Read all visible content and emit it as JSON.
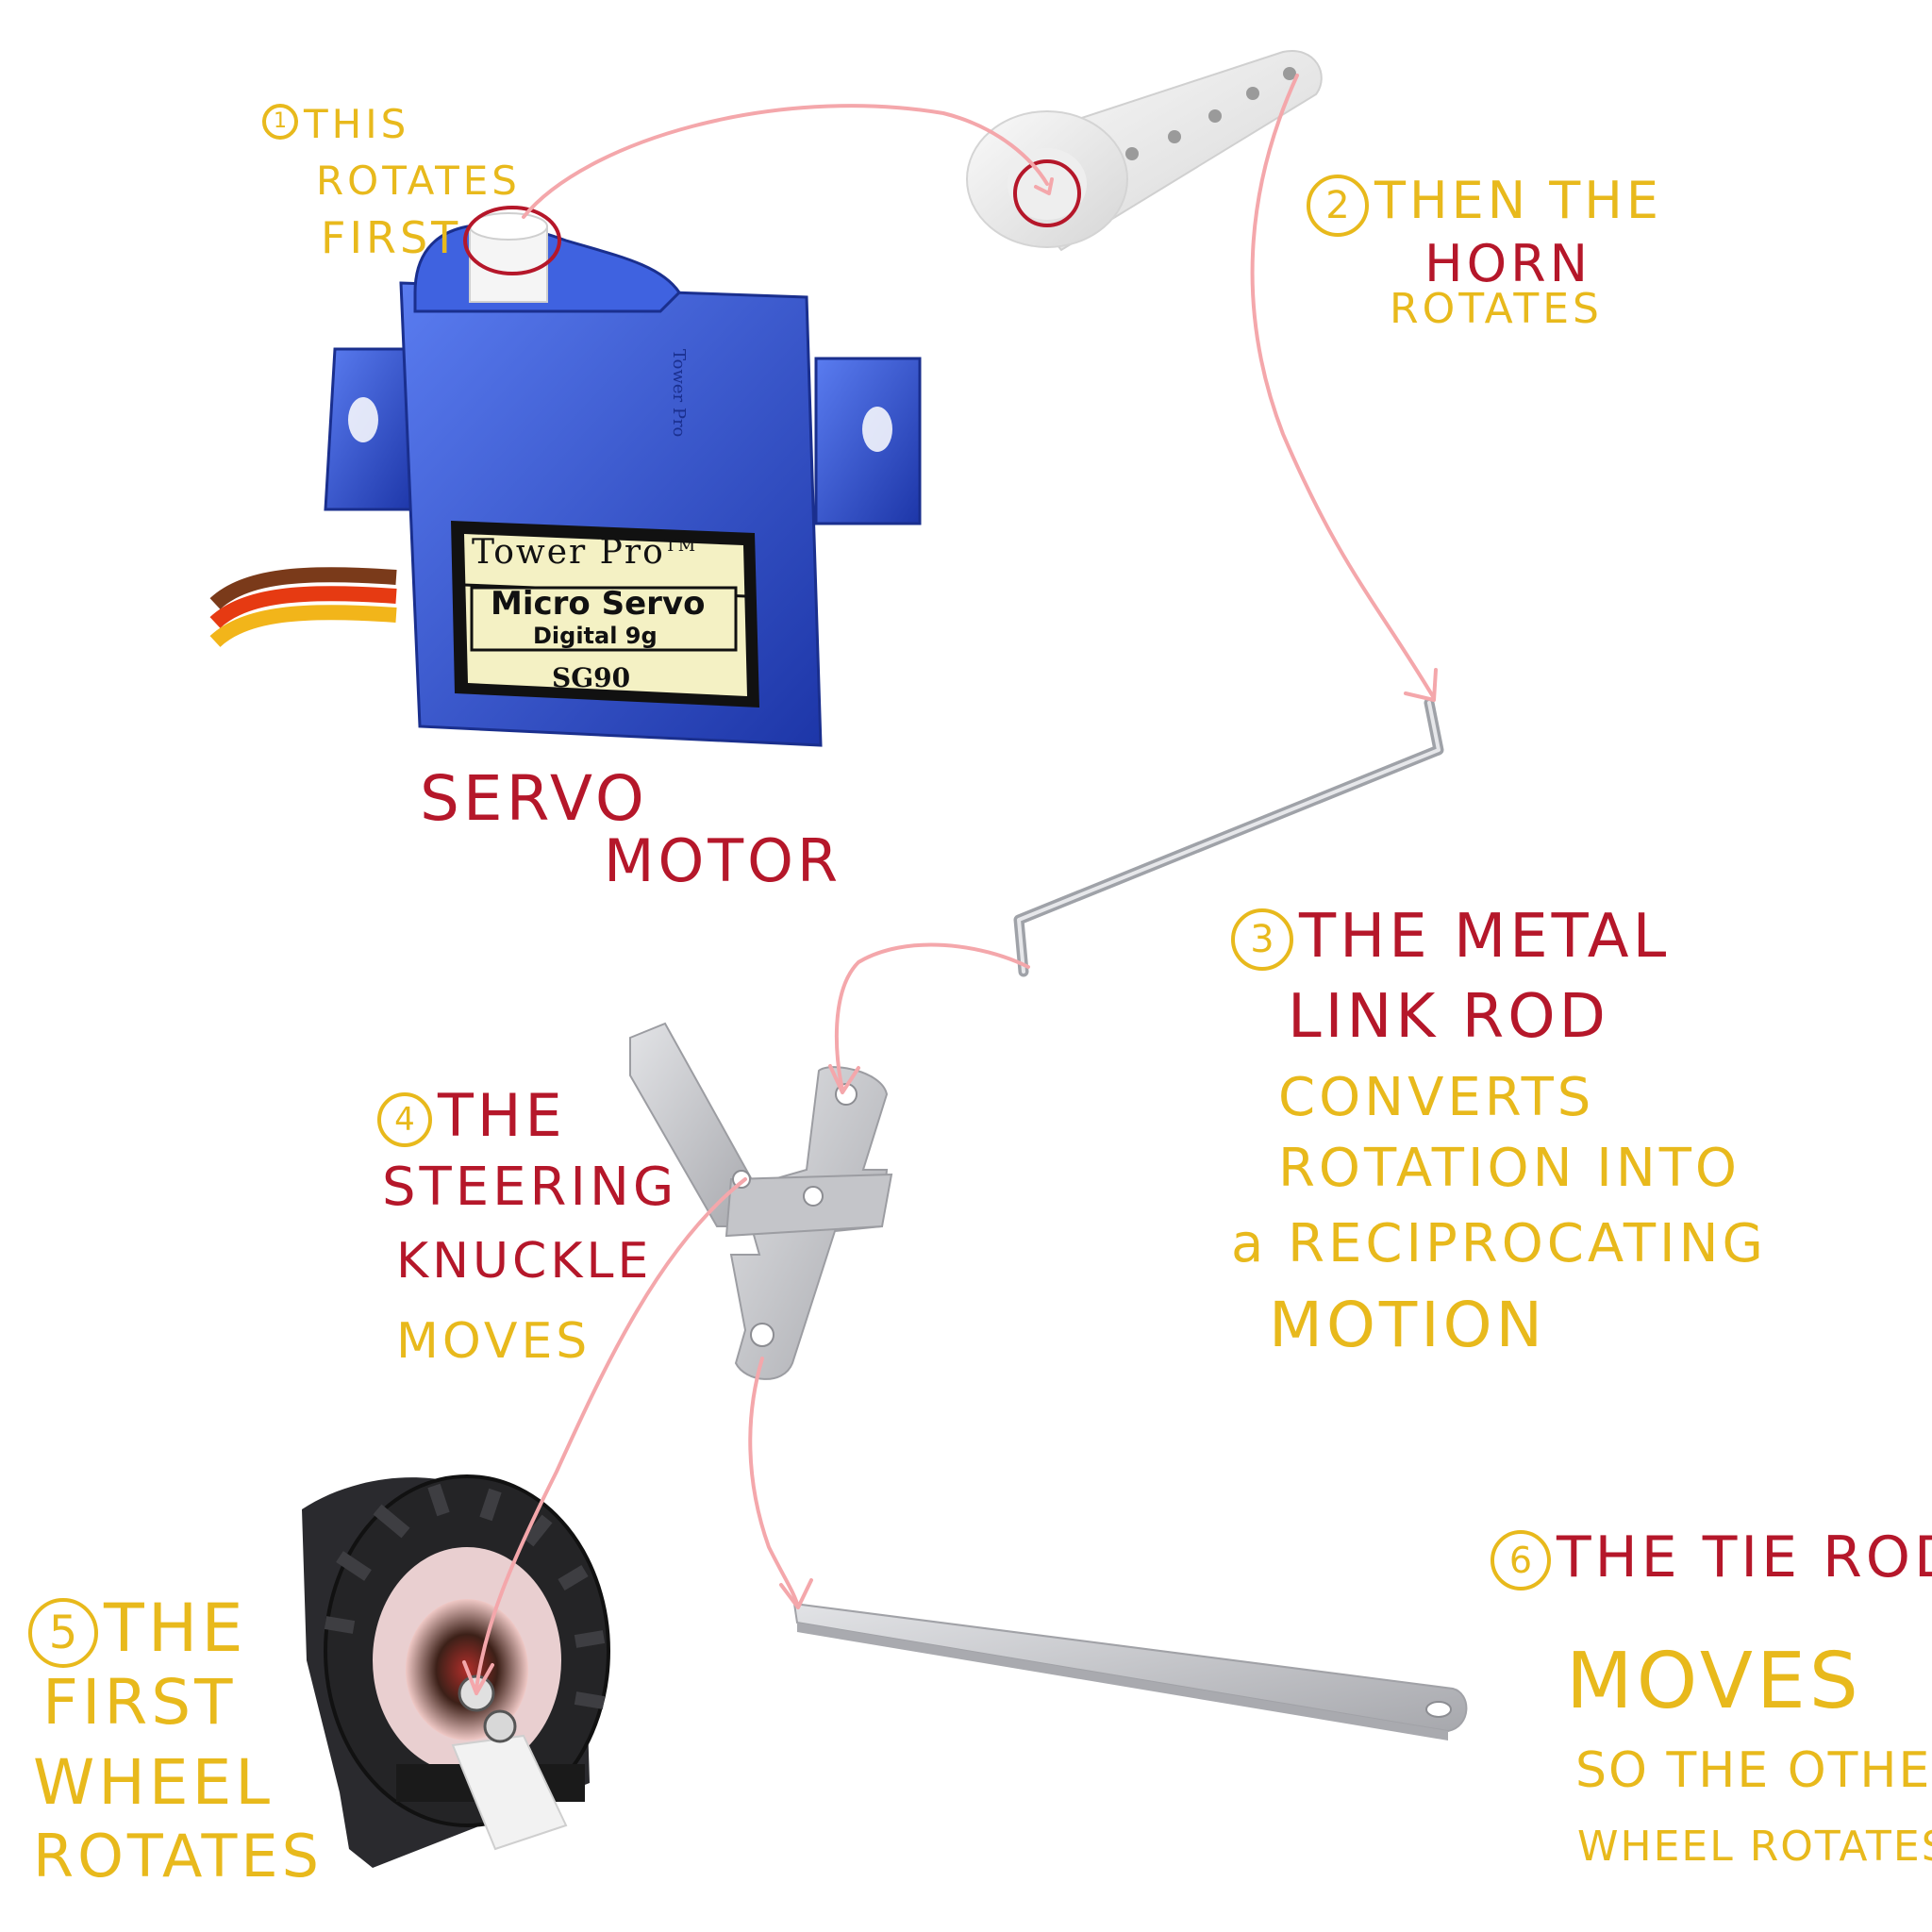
{
  "servo_label": {
    "brand": "Tower Pro",
    "tm": "TM",
    "model": "Micro Servo",
    "type": "Digital 9g",
    "code": "SG90",
    "side_text": "Tower Pro"
  },
  "labels": {
    "step1": {
      "num": "1",
      "lines": [
        "THIS",
        "ROTATES",
        "FIRST"
      ]
    },
    "servo_motor": {
      "lines": [
        "SERVO",
        "MOTOR"
      ]
    },
    "step2": {
      "num": "2",
      "line1": "THEN THE",
      "line2": "HORN",
      "line3": "ROTATES"
    },
    "step3": {
      "num": "3",
      "line1": "THE METAL",
      "line2": "LINK ROD",
      "line3": "CONVERTS",
      "line4": "ROTATION INTO",
      "line5": "a RECIPROCATING",
      "line6": "MOTION"
    },
    "step4": {
      "num": "4",
      "line1": "THE",
      "line2": "STEERING",
      "line3": "KNUCKLE",
      "line4": "MOVES"
    },
    "step5": {
      "num": "5",
      "line1": "THE",
      "line2": "FIRST",
      "line3": "WHEEL",
      "line4": "ROTATES"
    },
    "step6": {
      "num": "6",
      "line1": "THE TIE ROD",
      "line2": "MOVES",
      "line3": "SO THE OTHER",
      "line4": "WHEEL ROTATES"
    }
  },
  "colors": {
    "yellow": "#e8b91c",
    "red": "#b5172a",
    "arrow": "#f4a7ab",
    "servo_blue": "#2f52d6",
    "sticker": "#f4f1c4",
    "part_gray": "#c9cacd"
  },
  "icons": [
    "servo-motor-icon",
    "servo-horn-icon",
    "metal-link-rod-icon",
    "steering-knuckle-icon",
    "wheel-icon",
    "tie-rod-icon"
  ]
}
